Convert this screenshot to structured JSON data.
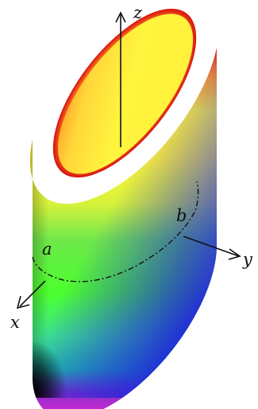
{
  "figure": {
    "axes": {
      "x_label": "x",
      "y_label": "y",
      "z_label": "z"
    },
    "points": {
      "a_label": "a",
      "b_label": "b"
    },
    "colors": {
      "red": "#e8190f",
      "orange": "#ff8a1e",
      "yellow": "#fff23a",
      "green": "#6ee84a",
      "bright_green": "#4cff2e",
      "cyan_green": "#1ee8a8",
      "blue": "#1f26d8",
      "magenta": "#e323d8",
      "black": "#000000",
      "axis": "#111111",
      "rim": "#d81010"
    }
  }
}
